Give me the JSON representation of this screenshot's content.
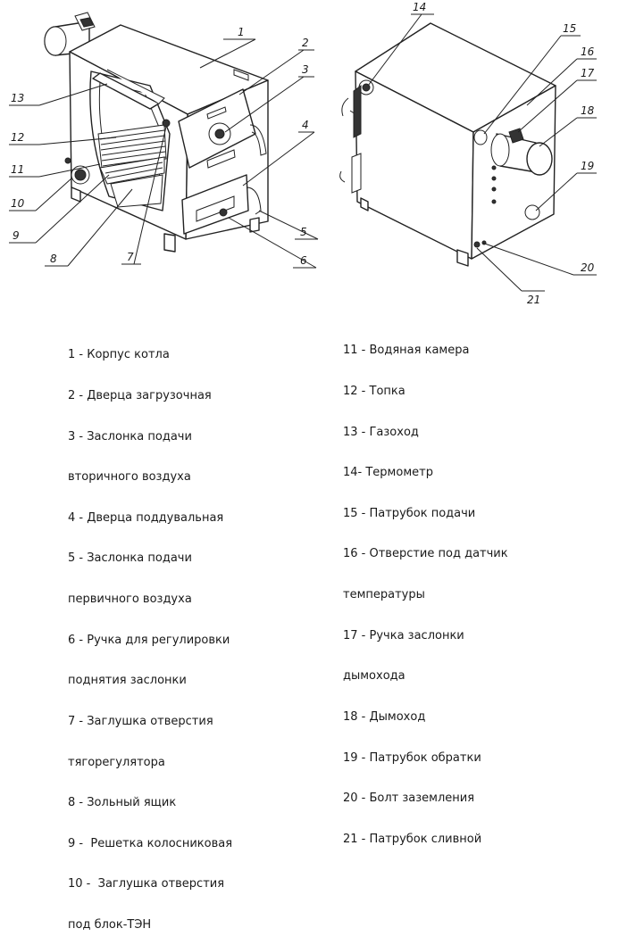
{
  "callouts": [
    "1",
    "2",
    "3",
    "4",
    "5",
    "6",
    "7",
    "8",
    "9",
    "10",
    "11",
    "12",
    "13",
    "14",
    "15",
    "16",
    "17",
    "18",
    "19",
    "20",
    "21"
  ],
  "legend_left": [
    "1 - Корпус котла",
    "2 - Дверца загрузочная",
    "3 - Заслонка подачи",
    "вторичного воздуха",
    "4 - Дверца поддувальная",
    "5 - Заслонка подачи",
    "первичного воздуха",
    "6 - Ручка для регулировки",
    "поднятия заслонки",
    "7 - Заглушка отверстия",
    "тягорегулятора",
    "8 - Зольный ящик",
    "9 -  Решетка колосниковая",
    "10 -  Заглушка отверстия",
    "под блок-ТЭН"
  ],
  "legend_right": [
    "11 - Водяная камера",
    "12 - Топка",
    "13 - Газоход",
    "14- Термометр",
    "15 - Патрубок подачи",
    "16 - Отверстие под датчик",
    "температуры",
    "17 - Ручка заслонки",
    "дымохода",
    "18 - Дымоход",
    "19 - Патрубок обратки",
    "20 - Болт заземления",
    "21 - Патрубок сливной"
  ]
}
